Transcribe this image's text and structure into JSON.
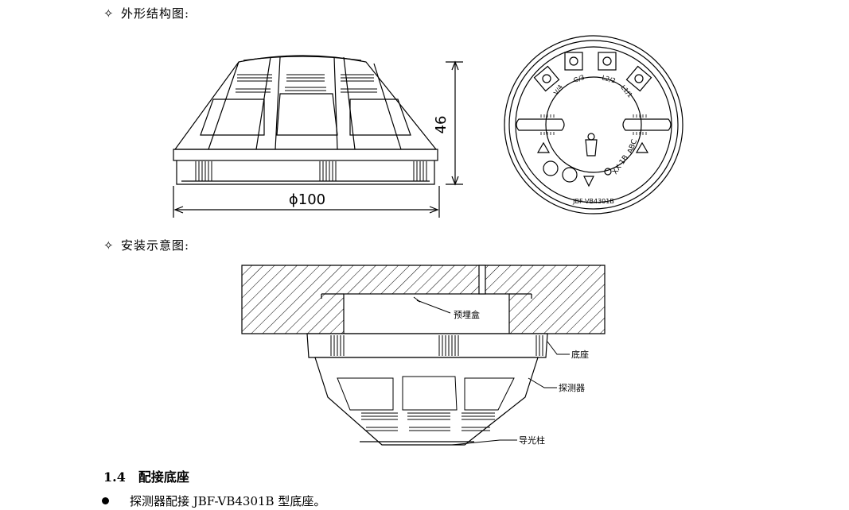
{
  "headings": {
    "structure": {
      "symbol": "✧",
      "text": "外形结构图:"
    },
    "install": {
      "symbol": "✧",
      "text": "安装示意图:"
    }
  },
  "diagram_side": {
    "height_dim": "46",
    "diameter_dim": "ϕ100"
  },
  "diagram_top": {
    "terminals": [
      "V/4",
      "G/3",
      "L2/2",
      "L1/1"
    ],
    "mark_left": "XX 1B",
    "mark_right": "ABC",
    "model": "JBF-VB4301B"
  },
  "diagram_install": {
    "box_label": "预埋盒",
    "base_label": "底座",
    "detector_label": "探测器",
    "light_label": "导光柱"
  },
  "section": {
    "number": "1.4",
    "title": "配接底座"
  },
  "bullets": [
    {
      "text": "探测器配接 JBF-VB4301B 型底座。"
    }
  ]
}
